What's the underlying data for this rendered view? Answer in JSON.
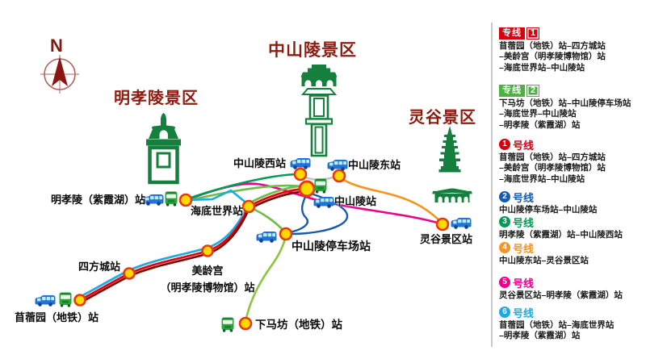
{
  "compass": {
    "north_label": "N"
  },
  "areas": {
    "zhongshanling": {
      "title": "中山陵景区"
    },
    "mingxiaoling": {
      "title": "明孝陵景区"
    },
    "linggu": {
      "title": "灵谷景区"
    }
  },
  "map": {
    "stations": {
      "muxuyuan": {
        "label": "苜蓿园（地铁）站"
      },
      "sifangcheng": {
        "label": "四方城站"
      },
      "meilinggong": {
        "label": "美龄宫",
        "label2": "（明孝陵博物馆）站"
      },
      "haidishijie": {
        "label": "海底世界站"
      },
      "mingxiaoling": {
        "label": "明孝陵（紫霞湖）站"
      },
      "zhongshanlingxi": {
        "label": "中山陵西站"
      },
      "zhongshanlingdong": {
        "label": "中山陵东站"
      },
      "zhongshanling": {
        "label": "中山陵站"
      },
      "tingchechang": {
        "label": "中山陵停车场站"
      },
      "xiamafang": {
        "label": "下马坊（地铁）站"
      },
      "linggujingqu": {
        "label": "灵谷景区站"
      }
    }
  },
  "colors": {
    "zhuanxian1_red": "#D6000F",
    "zhuanxian1_map_dark_red": "#7A0E05",
    "zhuanxian2_green": "#4CB140",
    "line1_red": "#E60012",
    "line2_blue": "#185AAD",
    "line3_green": "#009B55",
    "line4_orange": "#F7941E",
    "line5_magenta": "#EC008C",
    "line6_cyan": "#1BAAE1",
    "station_dot_fill": "#FFD900",
    "station_dot_ring": "#E8380D",
    "landmark_green": "#15803D",
    "title_maroon": "#8C1B10",
    "road_gray": "#C4C4C4"
  },
  "legend": {
    "items": [
      {
        "badge_text": "专线",
        "badge_num": "1",
        "routes": [
          "苜蓿园（地铁）站–四方城站",
          "–美龄宫（明孝陵博物馆）站",
          "–海底世界站–中山陵站"
        ]
      },
      {
        "badge_text": "专线",
        "badge_num": "2",
        "routes": [
          "下马坊（地铁）站–中山陵停车场站",
          "–海底世界–中山陵站",
          "–明孝陵（紫霞湖）站"
        ]
      },
      {
        "num": "1",
        "suffix": "号线",
        "routes": [
          "苜蓿园（地铁）站–四方城站",
          "–美龄宫（明孝陵博物馆）站",
          "–海底世界站–中山陵站"
        ]
      },
      {
        "num": "2",
        "suffix": "号线",
        "routes": [
          "中山陵停车场站–中山陵站"
        ]
      },
      {
        "num": "3",
        "suffix": "号线",
        "routes": [
          "明孝陵（紫霞湖）站–中山陵西站"
        ]
      },
      {
        "num": "4",
        "suffix": "号线",
        "routes": [
          "中山陵东站–灵谷景区站"
        ]
      },
      {
        "num": "5",
        "suffix": "号线",
        "routes": [
          "灵谷景区站–明孝陵（紫霞湖）站"
        ]
      },
      {
        "num": "6",
        "suffix": "号线",
        "routes": [
          "苜蓿园（地铁）站–海底世界站",
          "–明孝陵（紫霞湖）站"
        ]
      }
    ]
  }
}
